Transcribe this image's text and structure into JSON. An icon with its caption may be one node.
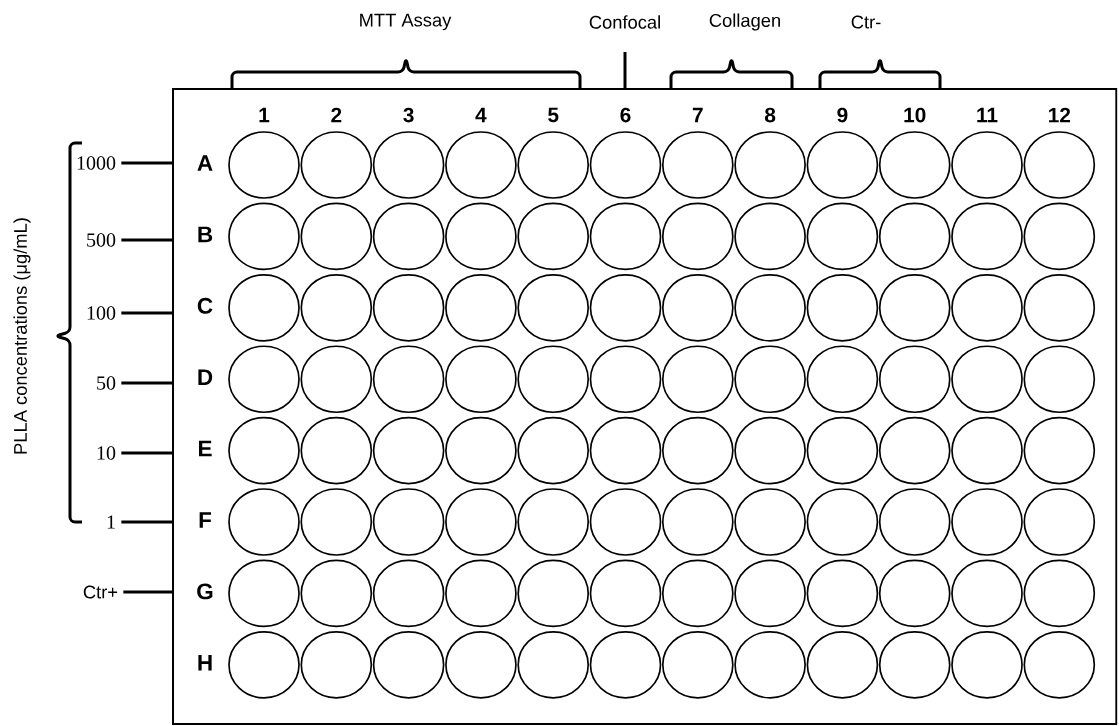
{
  "diagram": {
    "nodes": [
      {
        "text": [],
        "shape": "box"
      },
      {
        "text": [
          "1000"
        ]
      },
      {
        "text": [
          "500"
        ]
      },
      {
        "text": [
          "100"
        ]
      },
      {
        "text": [
          "50"
        ]
      },
      {
        "text": [
          "10"
        ]
      },
      {
        "text": [
          "1"
        ]
      },
      {
        "text": [
          "Ctr+"
        ]
      }
    ],
    "edges": [
      {
        "from": 1,
        "to": 0,
        "arrow": "none"
      },
      {
        "from": 2,
        "to": 0,
        "arrow": "none"
      },
      {
        "from": 3,
        "to": 0,
        "arrow": "none"
      },
      {
        "from": 4,
        "to": 0,
        "arrow": "none"
      },
      {
        "from": 5,
        "to": 0,
        "arrow": "none"
      },
      {
        "from": 6,
        "to": 0,
        "arrow": "none"
      },
      {
        "from": 7,
        "to": 0,
        "arrow": "none"
      }
    ],
    "labels": [
      "MTT Assay",
      "Confocal",
      "Collagen",
      "Ctr-",
      "1",
      "2",
      "3",
      "4",
      "5",
      "6",
      "7",
      "8",
      "9",
      "10",
      "11",
      "12",
      "PLLA concentrations (μg/mL)",
      "A",
      "B",
      "C",
      "D",
      "E",
      "F",
      "G",
      "H"
    ]
  }
}
